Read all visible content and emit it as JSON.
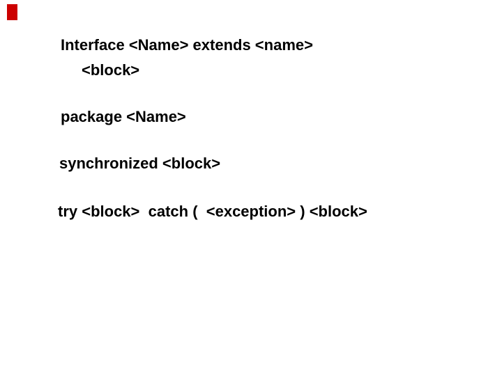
{
  "slide": {
    "background_color": "#ffffff",
    "text_color": "#000000",
    "accent_color": "#cc0000",
    "corner_marker_shape": "red-rectangle",
    "lines": [
      {
        "text": "Interface <Name> extends <name>"
      },
      {
        "text": "<block>"
      },
      {
        "text": "package <Name>"
      },
      {
        "text": "synchronized <block>"
      },
      {
        "text": "try <block>  catch (  <exception> ) <block>"
      }
    ]
  }
}
